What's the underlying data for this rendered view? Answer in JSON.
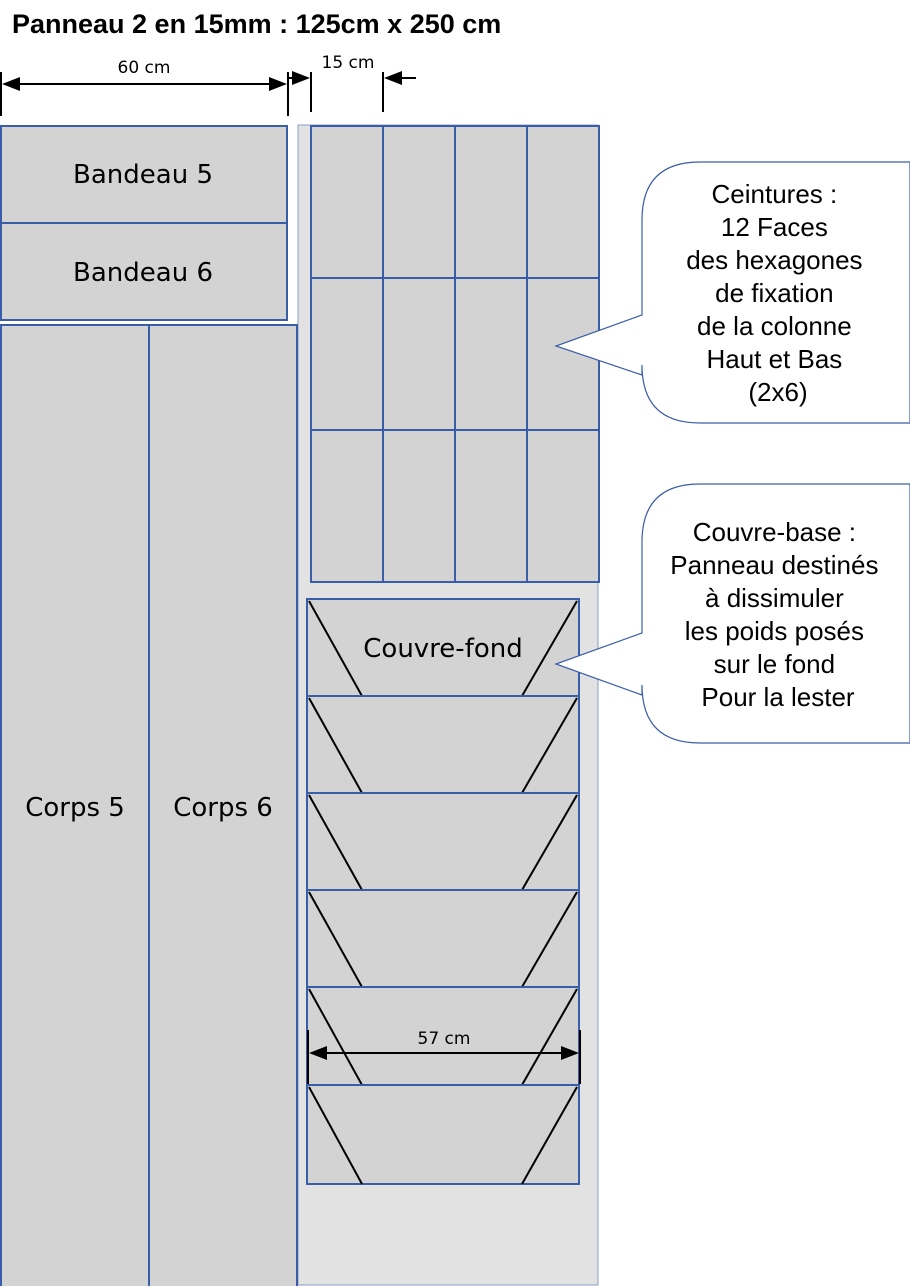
{
  "title": "Panneau 2 en 15mm : 125cm x 250 cm",
  "dimensions": {
    "top_left": "60 cm",
    "top_right": "15 cm",
    "inner": "57 cm"
  },
  "pieces": {
    "bandeau_5": "Bandeau 5",
    "bandeau_6": "Bandeau 6",
    "corps_5": "Corps 5",
    "corps_6": "Corps 6",
    "couvre_fond": "Couvre-fond"
  },
  "callouts": {
    "ceintures": [
      "Ceintures :",
      "12 Faces",
      "des hexagones",
      "de fixation",
      "de la colonne",
      "Haut et Bas",
      "(2x6)"
    ],
    "couvre_base": [
      "Couvre-base :",
      "Panneau destinés",
      "à dissimuler",
      "les poids posés",
      "sur le fond",
      "Pour la lester"
    ]
  }
}
